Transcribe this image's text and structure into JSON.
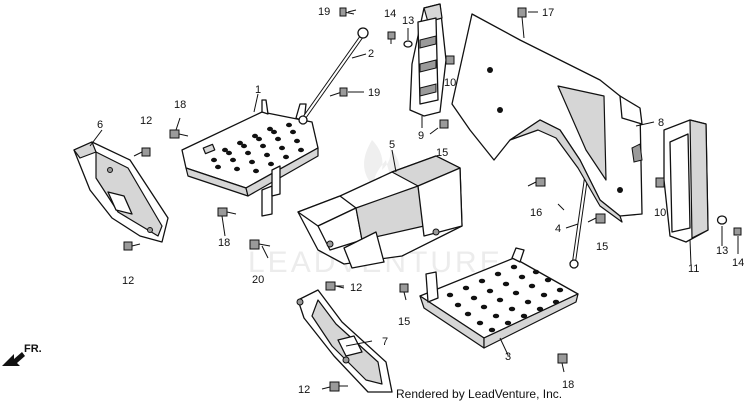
{
  "diagram": {
    "watermark": "LEADVENTURE",
    "credit": "Rendered by LeadVenture, Inc.",
    "direction_label": "FR.",
    "callouts": [
      {
        "id": "c1",
        "label": "1"
      },
      {
        "id": "c2",
        "label": "2"
      },
      {
        "id": "c3",
        "label": "3"
      },
      {
        "id": "c4",
        "label": "4"
      },
      {
        "id": "c5",
        "label": "5"
      },
      {
        "id": "c6",
        "label": "6"
      },
      {
        "id": "c7",
        "label": "7"
      },
      {
        "id": "c8",
        "label": "8"
      },
      {
        "id": "c9",
        "label": "9"
      },
      {
        "id": "c10a",
        "label": "10"
      },
      {
        "id": "c10b",
        "label": "10"
      },
      {
        "id": "c11",
        "label": "11"
      },
      {
        "id": "c12a",
        "label": "12"
      },
      {
        "id": "c12b",
        "label": "12"
      },
      {
        "id": "c12c",
        "label": "12"
      },
      {
        "id": "c12d",
        "label": "12"
      },
      {
        "id": "c13a",
        "label": "13"
      },
      {
        "id": "c13b",
        "label": "13"
      },
      {
        "id": "c14a",
        "label": "14"
      },
      {
        "id": "c14b",
        "label": "14"
      },
      {
        "id": "c15a",
        "label": "15"
      },
      {
        "id": "c15b",
        "label": "15"
      },
      {
        "id": "c15c",
        "label": "15"
      },
      {
        "id": "c16",
        "label": "16"
      },
      {
        "id": "c17",
        "label": "17"
      },
      {
        "id": "c18a",
        "label": "18"
      },
      {
        "id": "c18b",
        "label": "18"
      },
      {
        "id": "c18c",
        "label": "18"
      },
      {
        "id": "c19a",
        "label": "19"
      },
      {
        "id": "c19b",
        "label": "19"
      },
      {
        "id": "c20",
        "label": "20"
      }
    ]
  }
}
